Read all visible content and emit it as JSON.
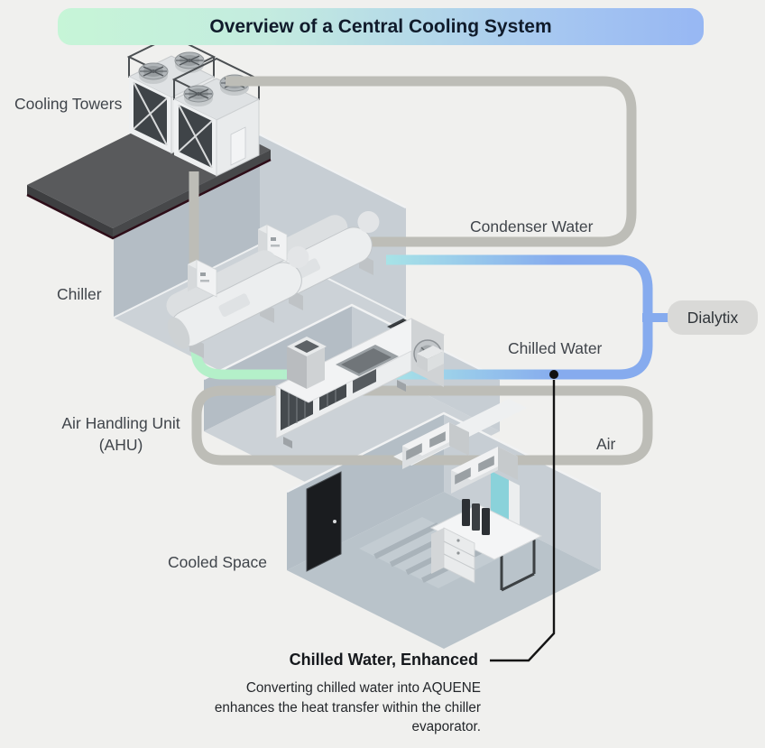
{
  "title": "Overview of a Central Cooling System",
  "labels": {
    "cooling_towers": "Cooling Towers",
    "chiller": "Chiller",
    "ahu_line1": "Air Handling Unit",
    "ahu_line2": "(AHU)",
    "cooled_space": "Cooled Space"
  },
  "flows": {
    "condenser_water": "Condenser Water",
    "chilled_water": "Chilled Water",
    "air": "Air"
  },
  "badge": {
    "label": "Dialytix"
  },
  "callout": {
    "title": "Chilled Water, Enhanced",
    "description": "Converting chilled water into AQUENE\nenhances the heat transfer within  the chiller\nevaporator."
  },
  "colors": {
    "background": "#f0f0ee",
    "banner_green": "#c6f5d7",
    "banner_blue": "#97b7f3",
    "pipe_gray": "#bdbdb7",
    "pipe_blue": "#86abee",
    "pipe_cyan": "#a9e6e6",
    "pipe_green": "#b4f0c9",
    "badge_bg": "#d9d9d7",
    "callout_line": "#141414"
  }
}
